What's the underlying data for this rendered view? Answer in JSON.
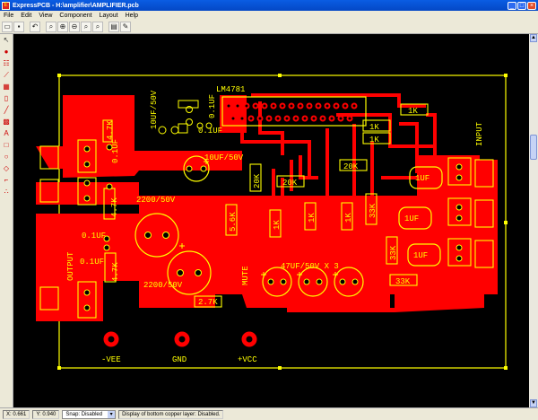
{
  "window": {
    "title": "ExpressPCB - H:\\amplifier\\AMPLIFIER.pcb",
    "minimize": "_",
    "maximize": "□",
    "close": "×"
  },
  "menu": [
    "File",
    "Edit",
    "View",
    "Component",
    "Layout",
    "Help"
  ],
  "board": {
    "chip_label": "LM4781",
    "silk": {
      "r_4k7_a": "4.7K",
      "r_4k7_b": "4.7K",
      "r_4k7_c": "4.7K",
      "cap_10uf_50v": "10UF/50V",
      "cap_10uf_50v_b": "10UF/50V",
      "cap_01uf_a": "0.1UF",
      "cap_01uf_b": "0.1UF",
      "cap_01uf_c": "0.1UF",
      "cap_01uf_d": "0.1UF",
      "cap_01uf_e": "0.1UF",
      "cap_2200_a": "2200/50V",
      "cap_2200_b": "2200/50V",
      "r_1k_a": "1K",
      "r_1k_b": "1K",
      "r_1k_c": "1K",
      "r_1k_d": "1K",
      "r_1k_e": "1K",
      "r_20k_a": "20K",
      "r_20k_b": "20K",
      "r_20k_c": "20K",
      "r_5k6": "5.6K",
      "r_33k_a": "33K",
      "r_33k_b": "33K",
      "r_33k_c": "33K",
      "r_2k7": "2.7K",
      "cap_1uf_a": "1UF",
      "cap_1uf_b": "1UF",
      "cap_1uf_c": "1UF",
      "cap_47uf": "47UF/50V X 3",
      "mute": "MUTE",
      "output": "OUTPUT",
      "input": "INPUT",
      "neg_vee": "-VEE",
      "gnd": "GND",
      "pos_vcc": "+VCC"
    }
  },
  "status": {
    "x": "X: 0.661",
    "y": "Y: 0.940",
    "snap": "Snap: Disabled",
    "message": "Display of bottom copper layer: Disabled."
  }
}
